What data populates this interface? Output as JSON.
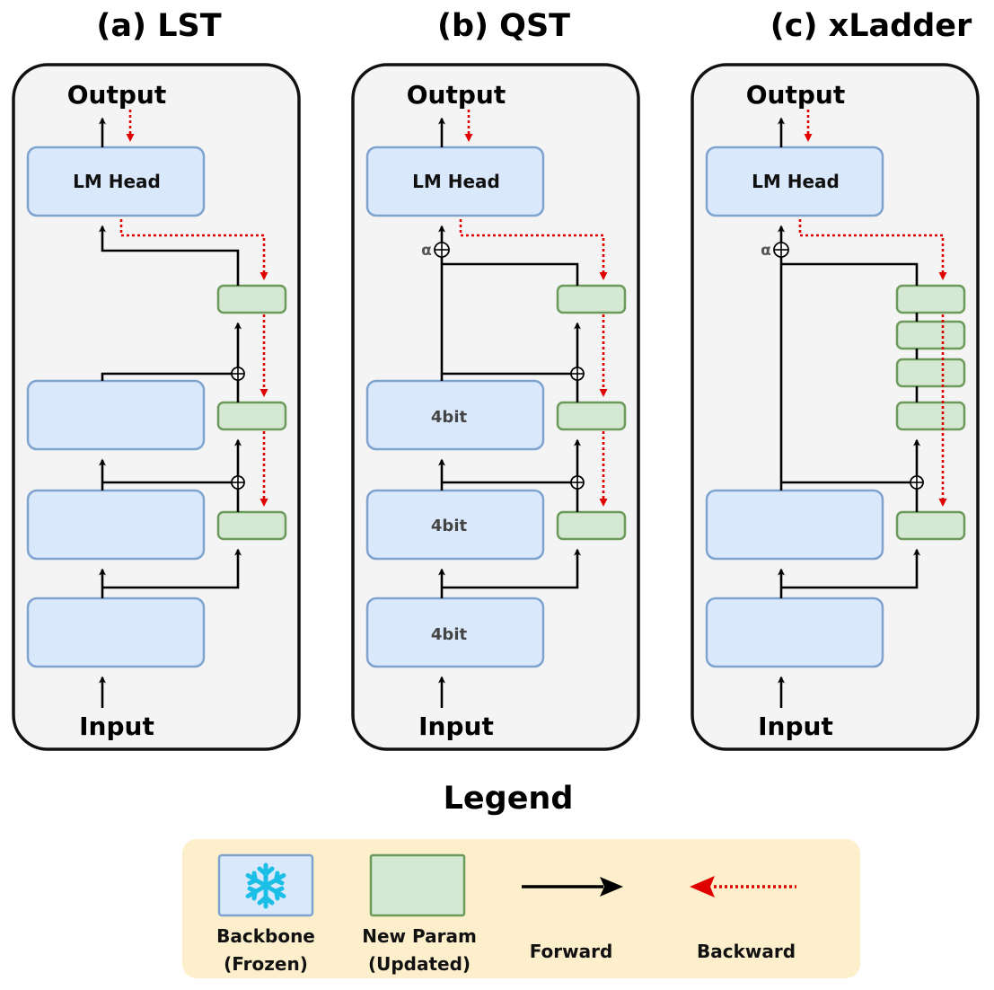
{
  "panels": [
    {
      "title": "(a) LST",
      "output": "Output",
      "head": "LM Head",
      "input": "Input",
      "backbone_labels": [
        "",
        "",
        ""
      ],
      "alpha": ""
    },
    {
      "title": "(b) QST",
      "output": "Output",
      "head": "LM Head",
      "input": "Input",
      "backbone_labels": [
        "4bit",
        "4bit",
        "4bit"
      ],
      "alpha": "α"
    },
    {
      "title": "(c) xLadder",
      "output": "Output",
      "head": "LM Head",
      "input": "Input",
      "backbone_labels": [
        "",
        ""
      ],
      "alpha": "α"
    }
  ],
  "legend": {
    "title": "Legend",
    "backbone": [
      "Backbone",
      "(Frozen)"
    ],
    "new_param": [
      "New Param",
      "(Updated)"
    ],
    "forward": "Forward",
    "backward": "Backward"
  },
  "icons": {
    "frozen": "snowflake-icon"
  },
  "colors": {
    "backbone_fill": "#dae8fc",
    "backbone_stroke": "#7ea3cf",
    "side_fill": "#d5e8d4",
    "side_stroke": "#6b9a5a",
    "panel_fill": "#f4f4f4",
    "legend_fill": "#fdefcc",
    "forward": "#000000",
    "backward": "#e00000",
    "snowflake": "#1bbfe6"
  }
}
